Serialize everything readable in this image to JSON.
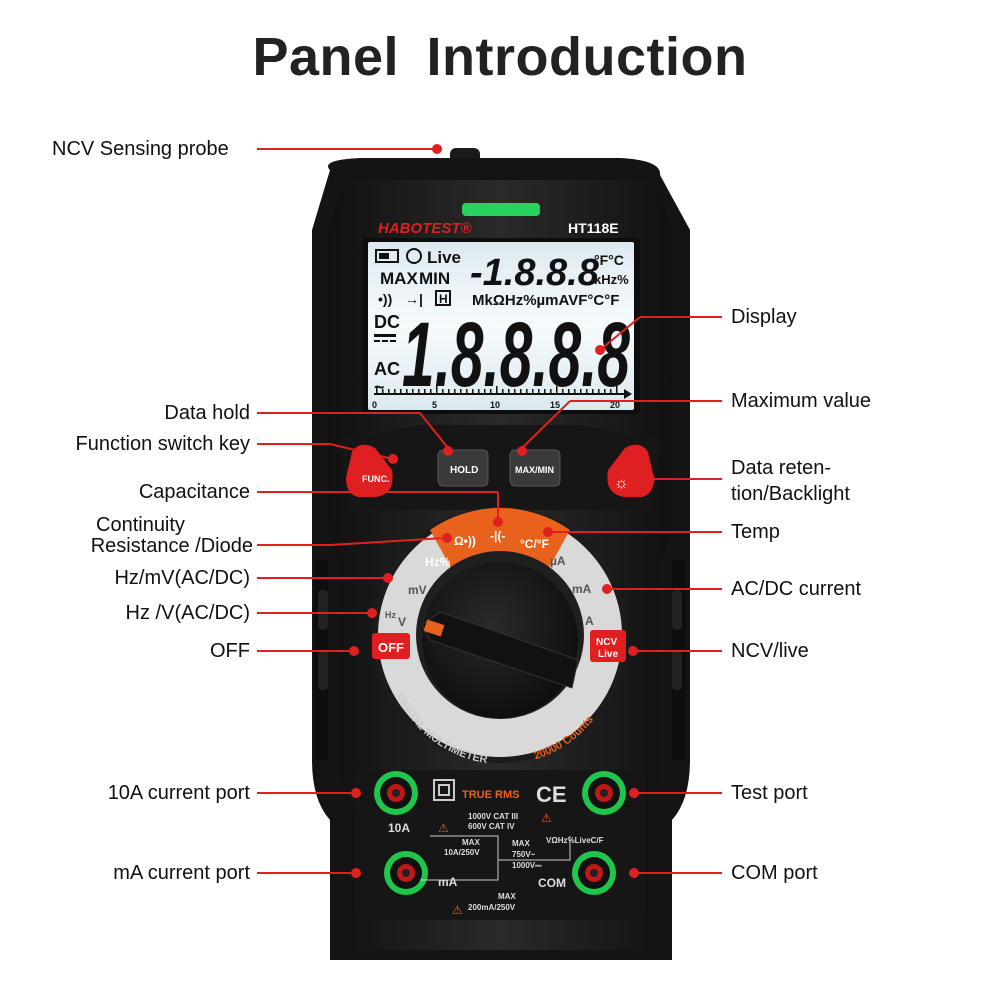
{
  "title": "Panel  Introduction",
  "device": {
    "brand": "HABOTEST®",
    "model": "HT118E",
    "lcd": {
      "live": "Live",
      "max": "MAX",
      "min": "MIN",
      "h_box": "H",
      "small_digits": "-1.8.8.8",
      "temp_units": "°F°C",
      "khz": "kHz%",
      "units_row": "MkΩHz%µmAVF°C°F",
      "dc": "DC",
      "ac": "AC",
      "main_digits": "1.8.8.8.8",
      "scale": [
        "0",
        "5",
        "10",
        "15",
        "20"
      ]
    },
    "buttons": {
      "func": "FUNC.",
      "hold": "HOLD",
      "maxmin": "MAX/MIN"
    },
    "dial": {
      "hz_pct": "Hz%",
      "ohm": "Ω•))",
      "cap": "-|(-",
      "temp": "°C/°F",
      "ua": "µA",
      "ma": "mA",
      "a": "A",
      "mv": "mV",
      "v": "V",
      "hz": "Hz",
      "off": "OFF",
      "ncv": "NCV",
      "live": "Live",
      "ring_text_1": "DIGITAL MULTIMETER",
      "ring_text_2": "20000 Counts"
    },
    "ports": {
      "ten_a": "10A",
      "ma": "mA",
      "com": "COM",
      "true_rms": "TRUE RMS",
      "ce": "CE",
      "cat1": "1000V CAT III",
      "cat2": "600V CAT IV",
      "max_10a_1": "MAX",
      "max_10a_2": "10A/250V",
      "max_v_1": "MAX",
      "max_v_2": "750V~",
      "max_v_3": "1000V⎓",
      "vohm_row": "VΩHz%LiveC/F",
      "max_ma_1": "MAX",
      "max_ma_2": "200mA/250V"
    }
  },
  "labels": {
    "ncv_probe": "NCV Sensing probe",
    "display": "Display",
    "data_hold": "Data hold",
    "maximum_value": "Maximum value",
    "function_switch": "Function switch key",
    "data_retention_1": "Data reten-",
    "data_retention_2": "tion/Backlight",
    "capacitance": "Capacitance",
    "continuity_1": "Continuity",
    "continuity_2": "Resistance /Diode",
    "temp": "Temp",
    "hz_mv": "Hz/mV(AC/DC)",
    "ac_dc_current": "AC/DC current",
    "hz_v": "Hz /V(AC/DC)",
    "off": "OFF",
    "ncv_live": "NCV/live",
    "ten_a_port": "10A current port",
    "test_port": "Test port",
    "ma_port": "mA current port",
    "com_port": "COM port"
  },
  "colors": {
    "accent": "#e02020",
    "body": "#1b1b1b",
    "lcd": "#e9f2f7",
    "orange": "#e8621e"
  }
}
